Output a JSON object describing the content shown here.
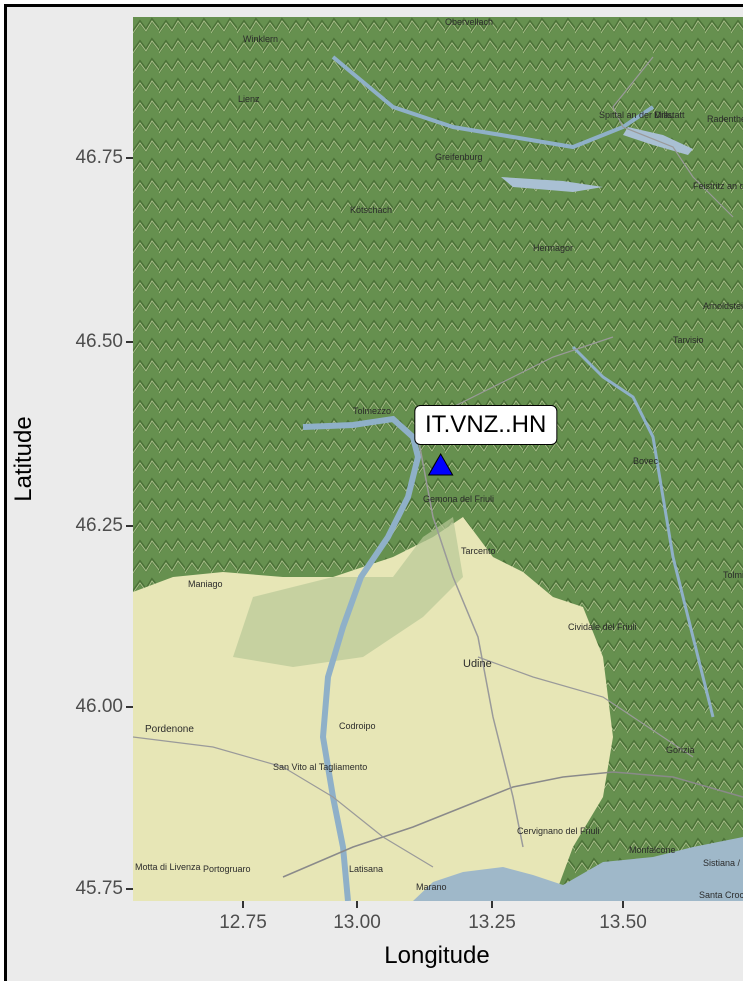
{
  "plot": {
    "xlabel": "Longitude",
    "ylabel": "Latitude",
    "x_ticks": [
      "12.75",
      "13.00",
      "13.25",
      "13.50"
    ],
    "y_ticks": [
      "46.75",
      "46.50",
      "46.25",
      "46.00",
      "45.75"
    ]
  },
  "station": {
    "label": "IT.VNZ..HN",
    "longitude": 13.14,
    "latitude": 46.33,
    "marker_color": "#0000ff"
  },
  "map": {
    "type": "terrain basemap",
    "towns": [
      "Obervellach",
      "Winklern",
      "Lienz",
      "Spittal an der Drau",
      "Millstatt",
      "Radenthein",
      "Greifenburg",
      "Feistritz an der Drau",
      "Kötschach",
      "Hermagor",
      "Arnoldstein",
      "Tarvisio",
      "Tolmezzo",
      "Gemona del Friuli",
      "Bovec",
      "Tarcento",
      "Maniago",
      "Tolmin",
      "Cividale del Friuli",
      "Udine",
      "Gorizia",
      "Pordenone",
      "Codroipo",
      "San Vito al Tagliamento",
      "Cervignano del Friuli",
      "Monfalcone",
      "Sistiana / Sesljan",
      "Motta di Livenza",
      "Portogruaro",
      "Latisana",
      "Marano",
      "Santa Croce"
    ]
  }
}
